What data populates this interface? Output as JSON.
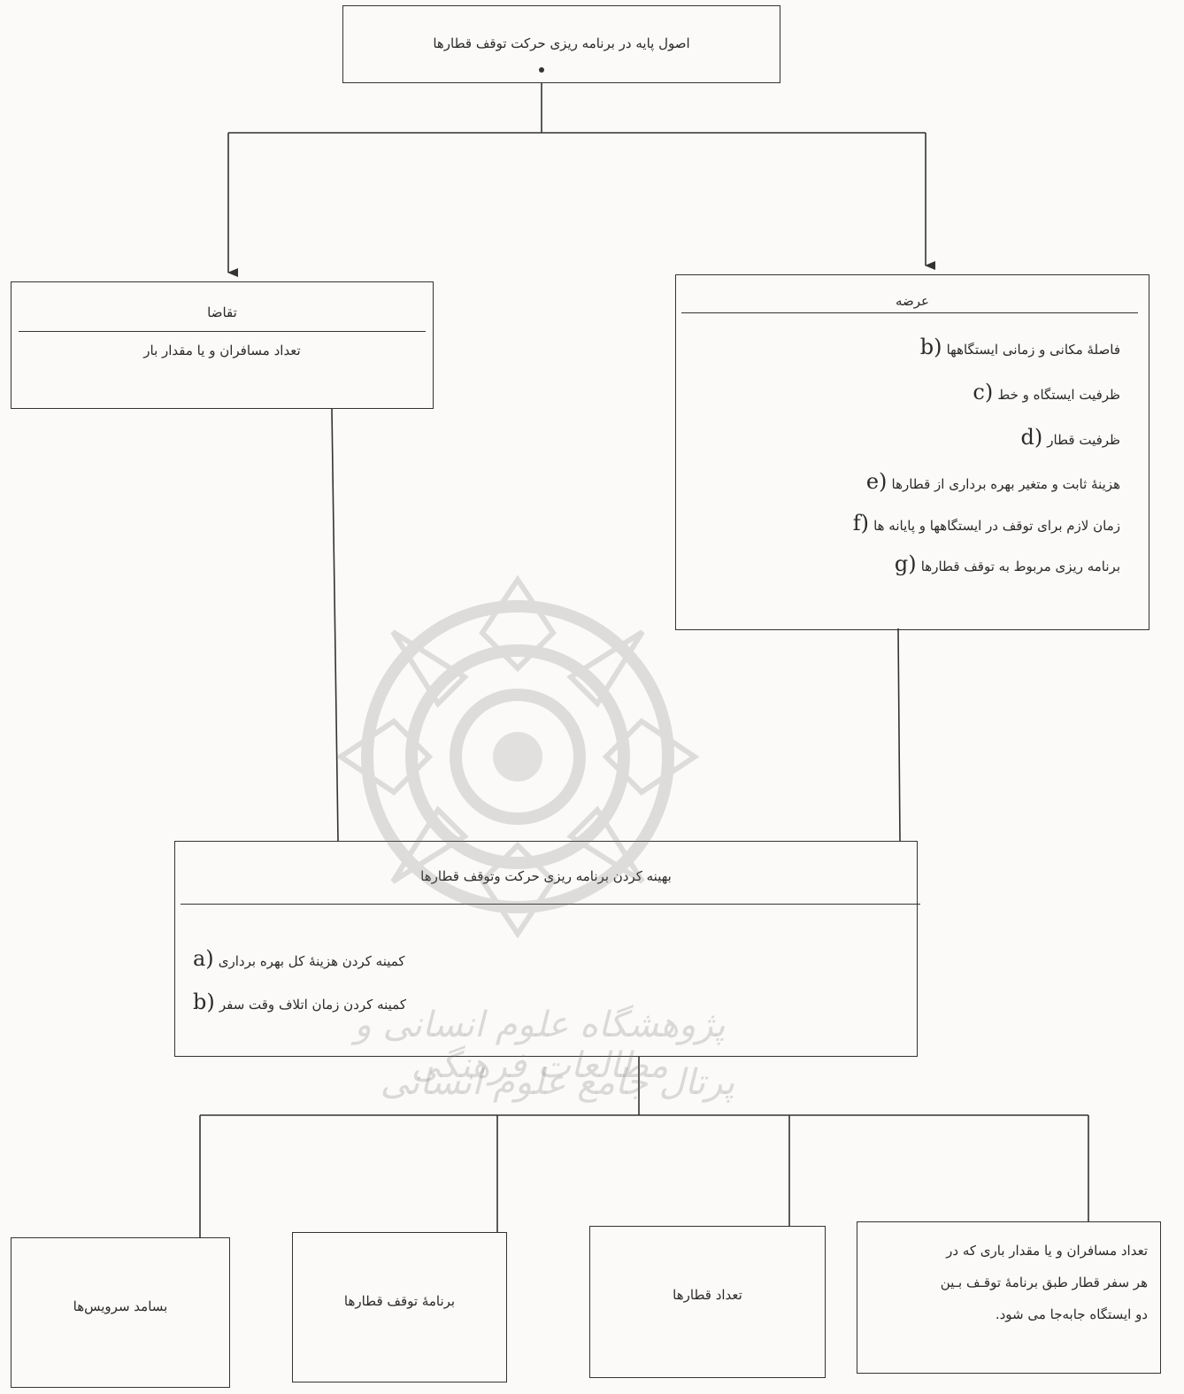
{
  "root": {
    "title": "اصول پایه در برنامه ریزی حرکت توقف قطارها"
  },
  "demand": {
    "title": "تقاضا",
    "body": "تعداد مسافران و یا مقدار بار"
  },
  "supply": {
    "title": "عرضه",
    "items": [
      {
        "tag": "b)",
        "text": "فاصلهٔ مکانی و زمانی ایستگاهها"
      },
      {
        "tag": "c)",
        "text": "ظرفیت ایستگاه و خط"
      },
      {
        "tag": "d)",
        "text": "ظرفیت قطار"
      },
      {
        "tag": "e)",
        "text": "هزینهٔ ثابت و متغیر بهره برداری از قطارها"
      },
      {
        "tag": "f)",
        "text": "زمان لازم برای توقف در ایستگاهها و پایانه ها"
      },
      {
        "tag": "g)",
        "text": "برنامه ریزی مربوط به توقف قطارها"
      }
    ]
  },
  "optimize": {
    "title": "بهینه کردن برنامه ریزی حرکت وتوقف قطارها",
    "items": [
      {
        "tag": "a)",
        "text": "کمینه کردن هزینهٔ کل بهره برداری"
      },
      {
        "tag": "b)",
        "text": "کمینه کردن زمان اتلاف وقت سفر"
      }
    ]
  },
  "outputs": [
    {
      "text": "بسامد سرویس‌ها"
    },
    {
      "text": "برنامهٔ توقف قطارها"
    },
    {
      "text": "تعداد قطارها"
    },
    {
      "lines": [
        "تعداد مسافران و یا مقدار باری که در",
        "هر سفر قطار طبق برنامهٔ توقـف بـین",
        "دو ایستگاه جابه‌جا می شود."
      ]
    }
  ],
  "watermark": {
    "line1": "پژوهشگاه علوم انسانی و مطالعات فرهنگی",
    "line2": "پرتال جامع علوم انسانی"
  }
}
